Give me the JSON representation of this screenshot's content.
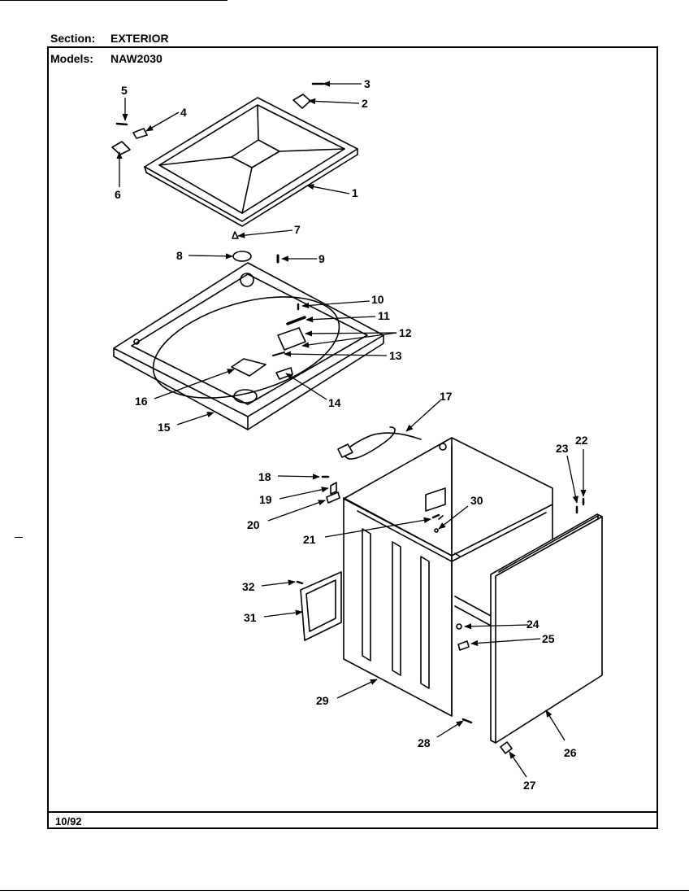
{
  "header": {
    "section_key": "Section:",
    "section_value": "EXTERIOR",
    "models_key": "Models:",
    "models_value": "NAW2030"
  },
  "footer": {
    "date": "10/92"
  },
  "callouts": [
    "1",
    "2",
    "3",
    "4",
    "5",
    "6",
    "7",
    "8",
    "9",
    "10",
    "11",
    "12",
    "13",
    "14",
    "15",
    "16",
    "17",
    "18",
    "19",
    "20",
    "21",
    "22",
    "23",
    "24",
    "25",
    "26",
    "27",
    "28",
    "29",
    "30",
    "31",
    "32"
  ]
}
